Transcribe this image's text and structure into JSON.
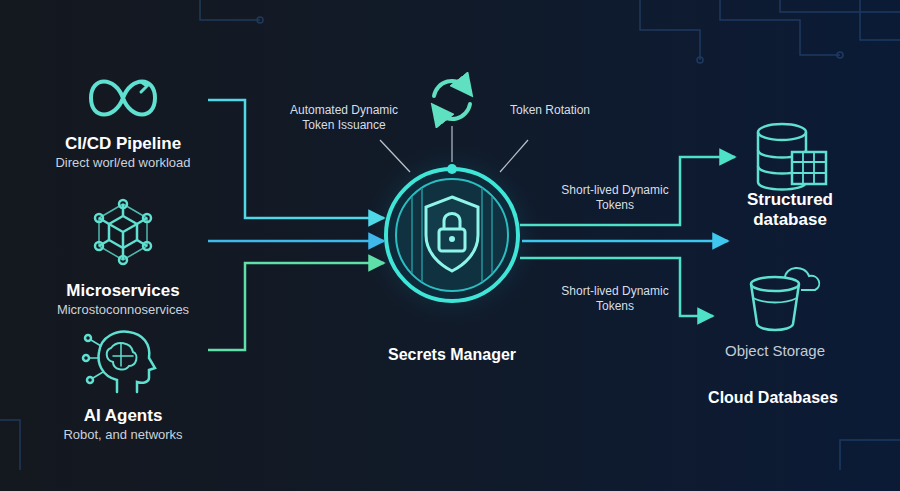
{
  "diagram": {
    "nodes": [
      {
        "text": [
          "CI/CD Pipeline",
          "Direct worl/ed workload"
        ]
      },
      {
        "text": [
          "Microservices",
          "Microstoconnoservices"
        ]
      },
      {
        "text": [
          "AI Agents",
          "Robot, and networks"
        ]
      },
      {
        "text": [
          "Secrets Manager"
        ]
      },
      {
        "text": [
          "Structured database"
        ]
      },
      {
        "text": [
          "Object Storage"
        ]
      }
    ],
    "edges": [
      {
        "from": 0,
        "to": 3,
        "arrow": "to"
      },
      {
        "from": 1,
        "to": 3,
        "arrow": "to"
      },
      {
        "from": 2,
        "to": 3,
        "arrow": "to"
      },
      {
        "from": 3,
        "to": 4,
        "label": "Short-lived Dynamic Tokens",
        "arrow": "to"
      },
      {
        "from": 3,
        "to": 5,
        "label": "Short-lived Dynamic Tokens",
        "arrow": "to"
      }
    ],
    "labels": [
      "Automated Dynamic Token Issuance",
      "Token Rotation",
      "Cloud Databases"
    ]
  }
}
